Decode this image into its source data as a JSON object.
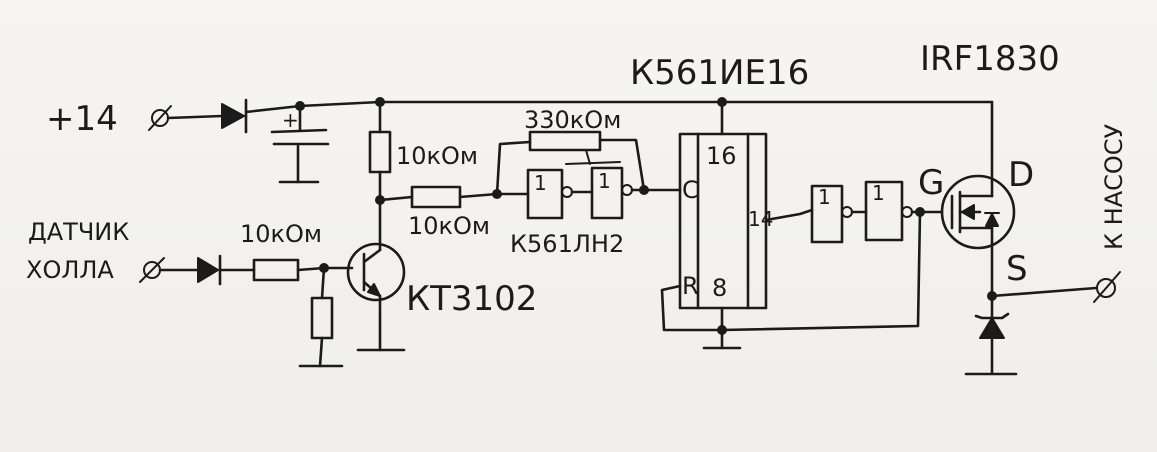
{
  "labels": {
    "supply": "+14",
    "sensor_line1": "ДАТЧИК",
    "sensor_line2": "ХОЛЛА",
    "r_input": "10кОм",
    "r_collector": "10кОм",
    "r_series": "10кОм",
    "r_feedback": "330кОм",
    "transistor": "КТ3102",
    "gate_chip": "К561ЛН2",
    "counter_chip": "К561ИЕ16",
    "mosfet": "IRF1830",
    "pin_16": "16",
    "pin_c": "C",
    "pin_r": "R",
    "pin_8": "8",
    "pin_14": "14",
    "inv_1": "1",
    "inv_2": "1",
    "inv_3": "1",
    "inv_4": "1",
    "cap_plus": "+",
    "mos_g": "G",
    "mos_d": "D",
    "mos_s": "S",
    "pump": "К НАСОСУ"
  }
}
